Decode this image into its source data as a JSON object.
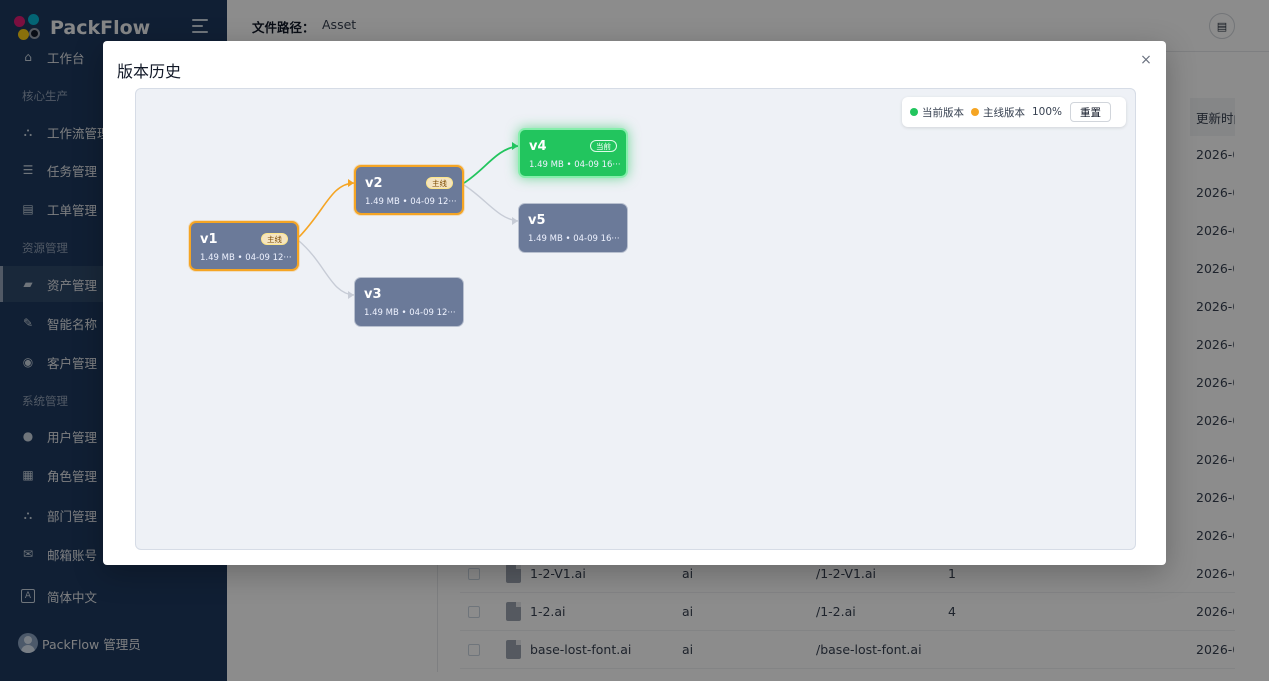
{
  "sidebar": {
    "brand": "PackFlow",
    "items": [
      {
        "label": "工作台",
        "icon": "home-icon",
        "glyph": "⌂"
      },
      {
        "label": "工作流管理",
        "icon": "sitemap-icon",
        "glyph": "⛬"
      },
      {
        "label": "任务管理",
        "icon": "list-icon",
        "glyph": "☰"
      },
      {
        "label": "工单管理",
        "icon": "ticket-icon",
        "glyph": "▤"
      },
      {
        "label": "资产管理",
        "icon": "folder-icon",
        "glyph": "▰"
      },
      {
        "label": "智能名称",
        "icon": "magic-wand-icon",
        "glyph": "✎"
      },
      {
        "label": "客户管理",
        "icon": "customer-icon",
        "glyph": "◉"
      },
      {
        "label": "用户管理",
        "icon": "user-icon",
        "glyph": "●"
      },
      {
        "label": "角色管理",
        "icon": "id-card-icon",
        "glyph": "▦"
      },
      {
        "label": "部门管理",
        "icon": "org-icon",
        "glyph": "⛬"
      },
      {
        "label": "邮箱账号",
        "icon": "mail-icon",
        "glyph": "✉"
      },
      {
        "label": "简体中文",
        "icon": "language-icon",
        "glyph": "A"
      }
    ],
    "sections": [
      "核心生产",
      "资源管理",
      "系统管理"
    ],
    "user": "PackFlow 管理员"
  },
  "topbar": {
    "path_label": "文件路径：",
    "path_value": "Asset"
  },
  "table": {
    "header_updated": "更新时间",
    "dates": [
      "2026-0",
      "2026-0",
      "2026-0",
      "2026-0",
      "2026-0",
      "2026-0",
      "2026-0",
      "2026-0",
      "2026-0",
      "2026-0",
      "2026-0",
      "2026-0",
      "2026-0",
      "2026-0"
    ],
    "rows": [
      {
        "name": "1-2-V1.ai",
        "type": "ai",
        "path": "/1-2-V1.ai",
        "count": "1"
      },
      {
        "name": "1-2.ai",
        "type": "ai",
        "path": "/1-2.ai",
        "count": "4"
      },
      {
        "name": "base-lost-font.ai",
        "type": "ai",
        "path": "/base-lost-font.ai",
        "count": ""
      }
    ]
  },
  "modal": {
    "title": "版本历史",
    "close_glyph": "×",
    "legend": {
      "current": "当前版本",
      "main": "主线版本",
      "zoom": "100%",
      "reset": "重置"
    },
    "colors": {
      "current": "#22c55e",
      "main": "#f5a524",
      "plain": "#6b7a99"
    },
    "nodes": [
      {
        "name": "v1",
        "badge": "主线",
        "meta": "1.49 MB  •  04-09 12···",
        "kind": "main"
      },
      {
        "name": "v2",
        "badge": "主线",
        "meta": "1.49 MB  •  04-09 12···",
        "kind": "main"
      },
      {
        "name": "v3",
        "badge": "",
        "meta": "1.49 MB  •  04-09 12···",
        "kind": "plain"
      },
      {
        "name": "v4",
        "badge": "当前",
        "meta": "1.49 MB  •  04-09 16···",
        "kind": "current"
      },
      {
        "name": "v5",
        "badge": "",
        "meta": "1.49 MB  •  04-09 16···",
        "kind": "plain"
      }
    ]
  }
}
